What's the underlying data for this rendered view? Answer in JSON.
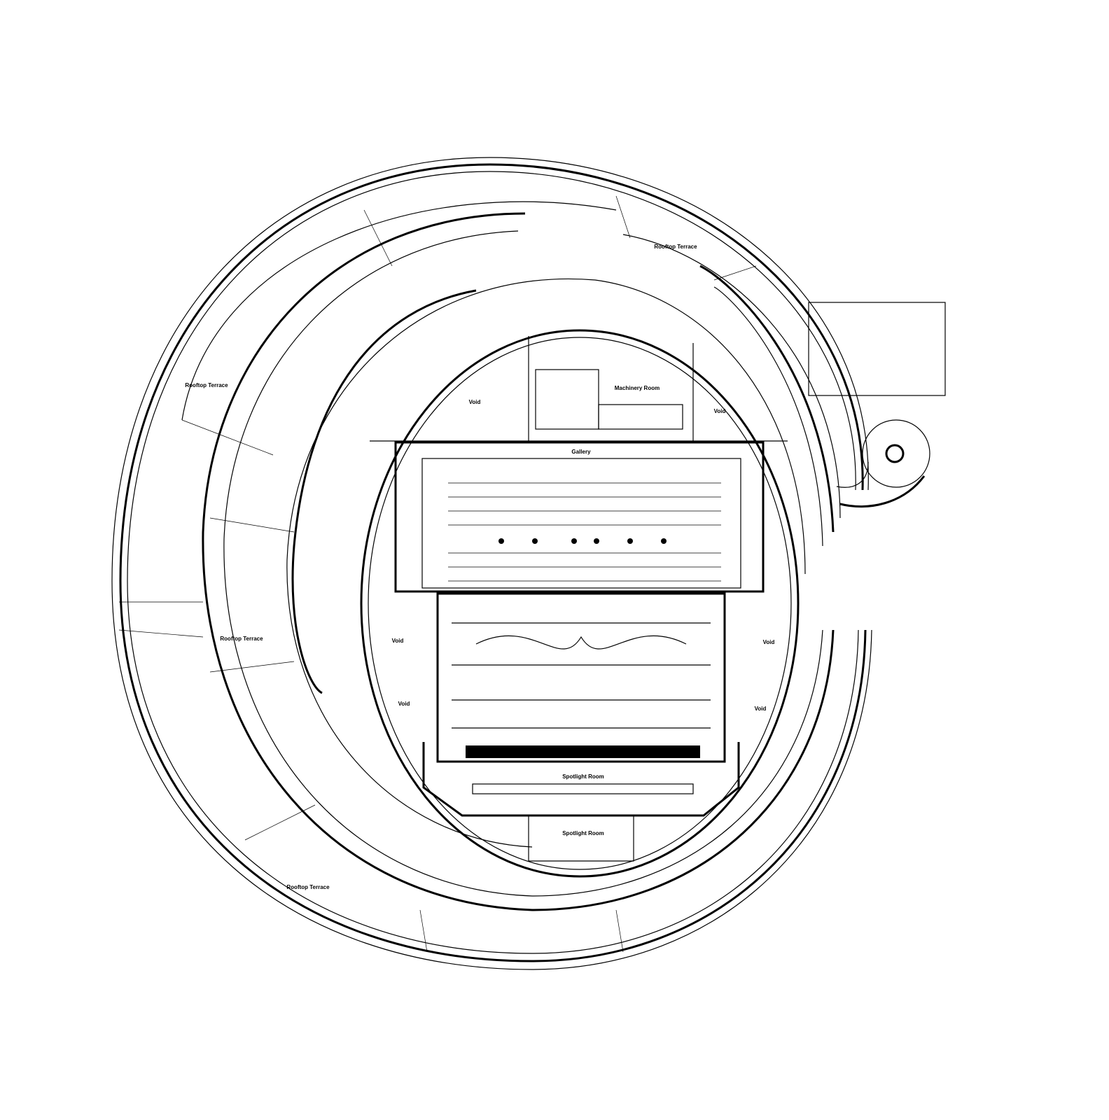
{
  "plan": {
    "rooftop_terraces": [
      "Rooftop Terrace",
      "Rooftop Terrace",
      "Rooftop Terrace",
      "Rooftop Terrace"
    ],
    "voids": [
      "Void",
      "Void",
      "Void",
      "Void",
      "Void",
      "Void"
    ],
    "machinery_room": "Machinery Room",
    "gallery": "Gallery",
    "spotlight_rooms": [
      "Spotlight Room",
      "Spotlight Room"
    ]
  }
}
